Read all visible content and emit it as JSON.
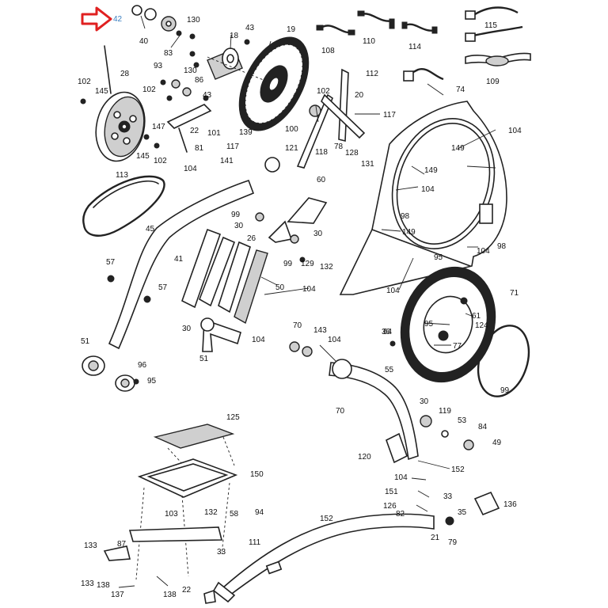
{
  "highlight": {
    "part_number": "42",
    "arrow_color": "#e02020",
    "label_color": "#3a7fc0"
  },
  "callouts": [
    "42",
    "40",
    "83",
    "130",
    "18",
    "43",
    "19",
    "108",
    "110",
    "114",
    "115",
    "109",
    "102",
    "145",
    "28",
    "93",
    "86",
    "102",
    "130",
    "147",
    "22",
    "101",
    "81",
    "145",
    "102",
    "43",
    "102",
    "100",
    "20",
    "112",
    "74",
    "104",
    "149",
    "139",
    "117",
    "121",
    "118",
    "78",
    "128",
    "131",
    "117",
    "104",
    "141",
    "113",
    "60",
    "149",
    "104",
    "99",
    "30",
    "98",
    "45",
    "26",
    "30",
    "149",
    "104",
    "98",
    "57",
    "41",
    "99",
    "129",
    "132",
    "95",
    "71",
    "50",
    "104",
    "57",
    "104",
    "104",
    "95",
    "64",
    "61",
    "30",
    "70",
    "143",
    "104",
    "124",
    "77",
    "51",
    "51",
    "96",
    "95",
    "36",
    "55",
    "99",
    "70",
    "30",
    "119",
    "53",
    "84",
    "125",
    "120",
    "49",
    "150",
    "104",
    "152",
    "151",
    "33",
    "126",
    "136",
    "132",
    "103",
    "94",
    "58",
    "152",
    "35",
    "82",
    "111",
    "133",
    "87",
    "33",
    "21",
    "79",
    "133",
    "138",
    "137",
    "138",
    "22"
  ]
}
